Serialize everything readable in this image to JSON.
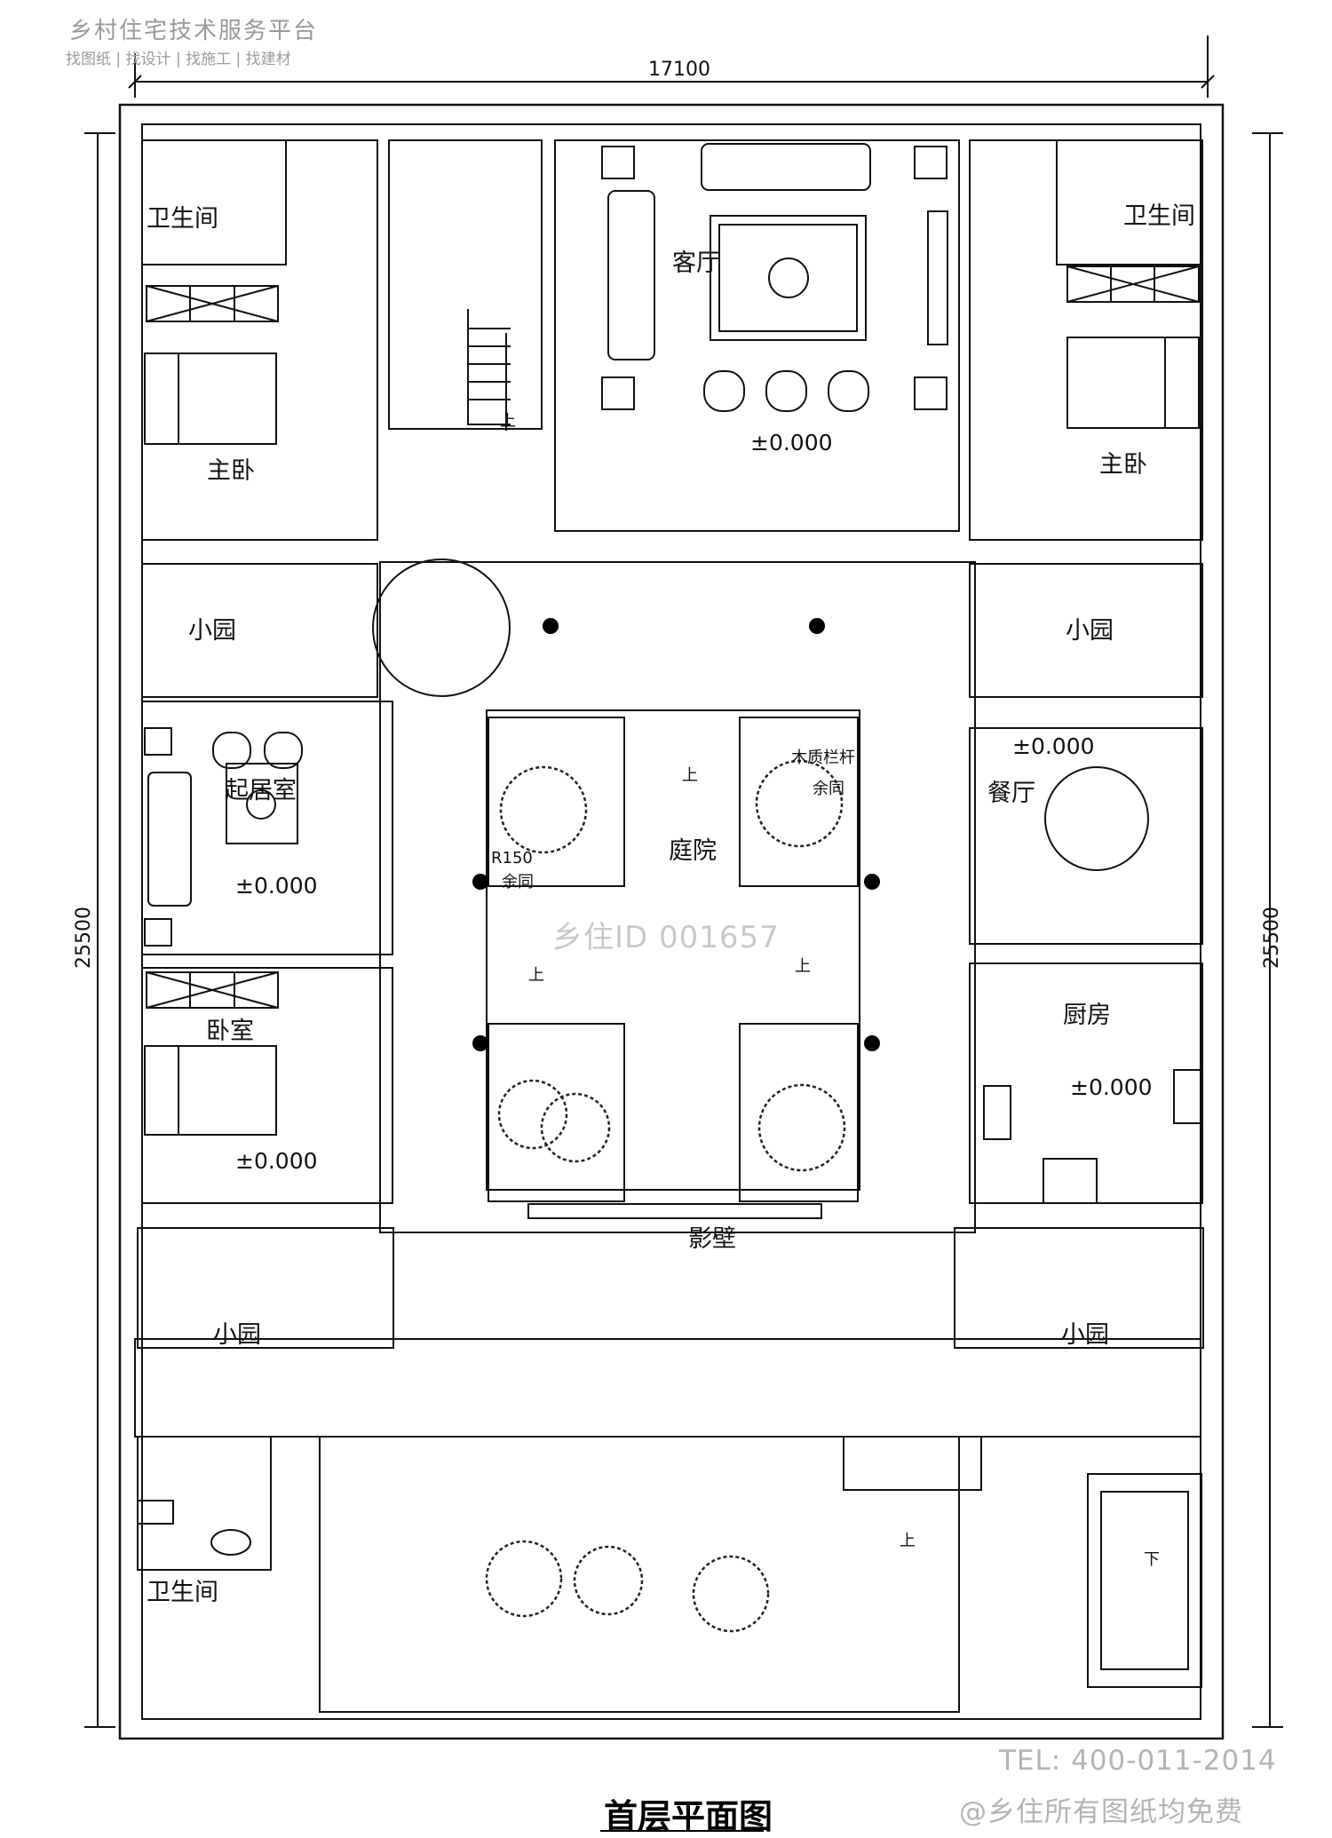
{
  "brand": {
    "name": "乡村住宅技术服务平台",
    "tagline": "找图纸 | 找设计 | 找施工 | 找建材"
  },
  "watermark": "乡住ID 001657",
  "contact": {
    "tel": "TEL: 400-011-2014",
    "note": "@乡住所有图纸均免费"
  },
  "drawing_title": "首层平面图",
  "dimensions": {
    "width": "17100",
    "depth_left": "25500",
    "depth_right": "25500"
  },
  "rooms": {
    "wc_top_left": "卫生间",
    "wc_top_right": "卫生间",
    "wc_bottom": "卫生间",
    "living": "客厅",
    "master_left": "主卧",
    "master_right": "主卧",
    "garden_tl": "小园",
    "garden_tr": "小园",
    "garden_bl": "小园",
    "garden_br": "小园",
    "sitting": "起居室",
    "bedroom": "卧室",
    "courtyard": "庭院",
    "dining": "餐厅",
    "kitchen": "厨房",
    "screen_wall": "影壁"
  },
  "levels": {
    "living": "±0.000",
    "sitting": "±0.000",
    "bedroom": "±0.000",
    "dining": "±0.000",
    "kitchen": "±0.000"
  },
  "notes": {
    "railing": "木质栏杆",
    "same": "余同",
    "radius": "R150",
    "radius_same": "余同"
  },
  "stair_marks": {
    "up": "上",
    "down": "下"
  }
}
